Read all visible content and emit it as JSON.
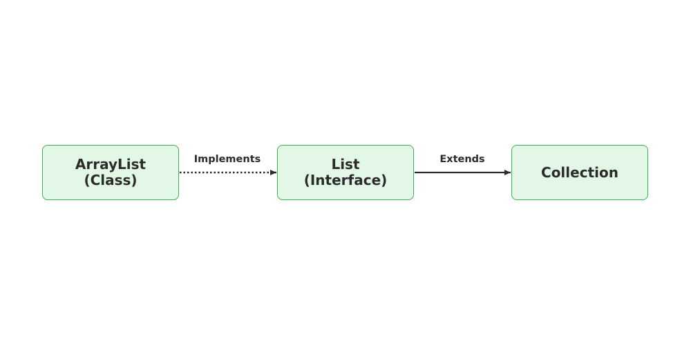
{
  "diagram": {
    "nodes": [
      {
        "id": "arraylist",
        "label": "ArrayList\n(Class)"
      },
      {
        "id": "list",
        "label": "List\n(Interface)"
      },
      {
        "id": "collection",
        "label": "Collection"
      }
    ],
    "edges": [
      {
        "from": "arraylist",
        "to": "list",
        "label": "Implements",
        "style": "dotted"
      },
      {
        "from": "list",
        "to": "collection",
        "label": "Extends",
        "style": "solid"
      }
    ]
  },
  "colors": {
    "node_fill": "#e3f7e6",
    "node_border": "#3fae4f",
    "text": "#2b2b2b",
    "edge": "#2b2b2b"
  }
}
